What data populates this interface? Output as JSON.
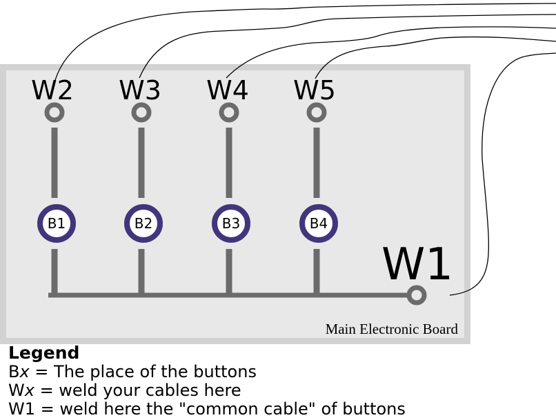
{
  "board": {
    "label": "Main Electronic Board",
    "fill": "#e8e8e8",
    "border": "#d2d2d2"
  },
  "colors": {
    "trace": "#6b6b6b",
    "button_ring": "#42357c",
    "cable": "#000000"
  },
  "welds": [
    {
      "id": "W2",
      "label": "W2"
    },
    {
      "id": "W3",
      "label": "W3"
    },
    {
      "id": "W4",
      "label": "W4"
    },
    {
      "id": "W5",
      "label": "W5"
    },
    {
      "id": "W1",
      "label": "W1"
    }
  ],
  "buttons": [
    {
      "id": "B1",
      "label": "B1"
    },
    {
      "id": "B2",
      "label": "B2"
    },
    {
      "id": "B3",
      "label": "B3"
    },
    {
      "id": "B4",
      "label": "B4"
    }
  ],
  "legend": {
    "title": "Legend",
    "lines": [
      {
        "prefix": "B",
        "var": "x",
        "text": " = The place of the buttons"
      },
      {
        "prefix": "W",
        "var": "x",
        "text": " = weld your cables here"
      },
      {
        "prefix": "W1",
        "var": "",
        "text": " = weld here the \"common cable\" of buttons"
      }
    ]
  }
}
